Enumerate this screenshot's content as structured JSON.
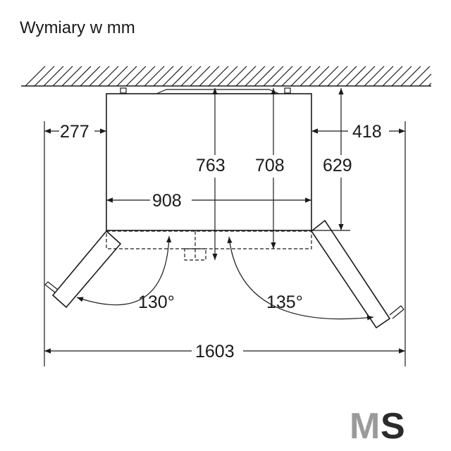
{
  "title": "Wymiary w mm",
  "dimensions": {
    "left_clearance": "277",
    "right_clearance": "418",
    "height_763": "763",
    "height_708": "708",
    "height_629": "629",
    "width": "908",
    "total_width": "1603",
    "angle_left": "130°",
    "angle_right": "135°"
  },
  "logo": {
    "m": "M",
    "s": "S"
  }
}
